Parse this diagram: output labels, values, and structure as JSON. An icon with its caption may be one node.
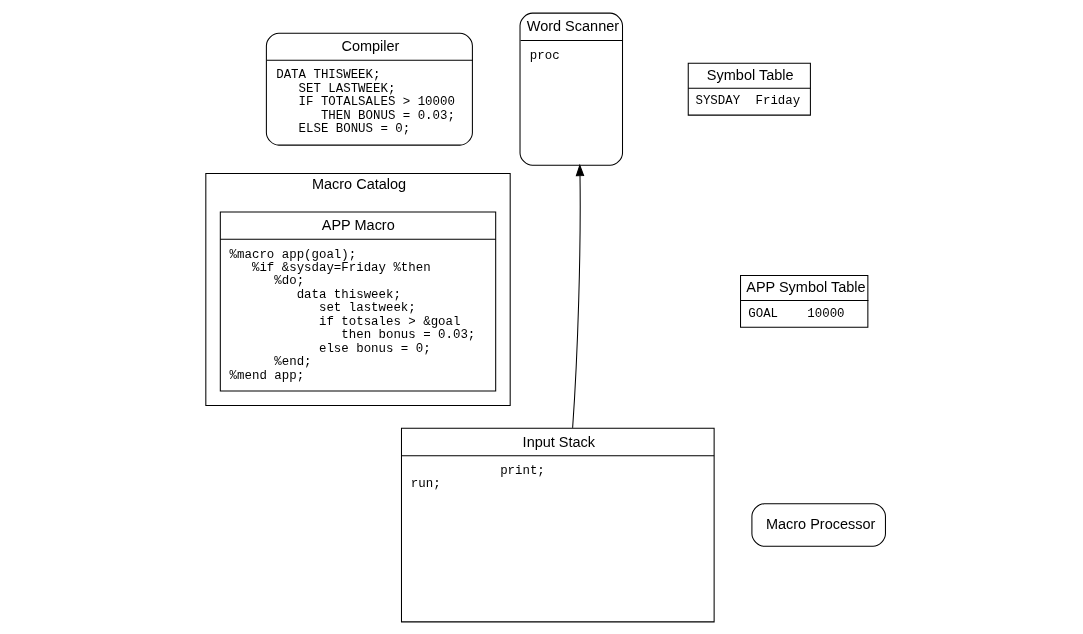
{
  "diagram": {
    "nodes": [
      {
        "text": [
          "Compiler",
          "DATA THISWEEK;",
          "SET LASTWEEK;",
          "IF TOTALSALES > 10000",
          "THEN BONUS = 0.03;",
          "ELSE BONUS = 0;"
        ]
      },
      {
        "text": [
          "Macro Catalog"
        ]
      },
      {
        "text": [
          "APP Macro",
          "%macro app(goal);",
          "%if &sysday=Friday %then",
          "%do;",
          "data thisweek;",
          "set lastweek;",
          "if totsales > &goal",
          "then bonus = 0.03;",
          "else bonus = 0;",
          "%end;",
          "%mend app;"
        ],
        "in": 1
      },
      {
        "text": [
          "Word Scanner",
          "proc"
        ]
      },
      {
        "text": [
          "Symbol Table",
          "SYSDAY",
          "Friday"
        ]
      },
      {
        "text": [
          "APP Symbol Table",
          "GOAL",
          "10000"
        ]
      },
      {
        "text": [
          "Macro Processor"
        ]
      },
      {
        "text": [
          "Input Stack",
          "print;",
          "run;"
        ]
      }
    ],
    "edges": [
      {
        "from": 7,
        "to": 3,
        "arrow": "to"
      }
    ]
  }
}
